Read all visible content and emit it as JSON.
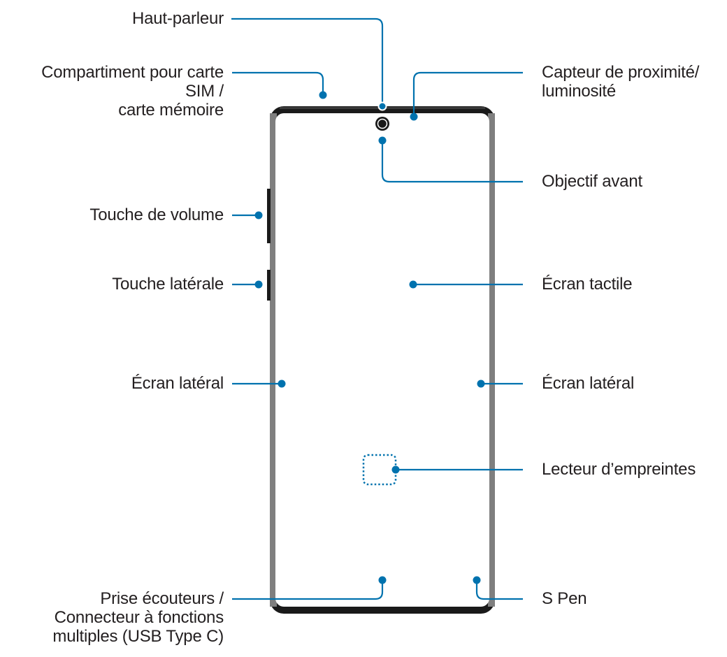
{
  "diagram": {
    "accent_color": "#0072ae",
    "device_frame_color": "#1a1a1a",
    "labels": {
      "speaker": [
        "Haut-parleur"
      ],
      "sim_tray": [
        "Compartiment pour carte",
        "SIM /",
        "carte mémoire"
      ],
      "volume_key": [
        "Touche de volume"
      ],
      "side_key": [
        "Touche latérale"
      ],
      "edge_screen_left": [
        "Écran latéral"
      ],
      "earphone_jack": [
        "Prise écouteurs /",
        "Connecteur à fonctions",
        "multiples (USB Type C)"
      ],
      "proximity_sensor": [
        "Capteur de proximité/",
        "luminosité"
      ],
      "front_camera": [
        "Objectif avant"
      ],
      "touchscreen": [
        "Écran tactile"
      ],
      "edge_screen_right": [
        "Écran latéral"
      ],
      "fingerprint_sensor": [
        "Lecteur d’empreintes"
      ],
      "s_pen": [
        "S Pen"
      ]
    }
  }
}
